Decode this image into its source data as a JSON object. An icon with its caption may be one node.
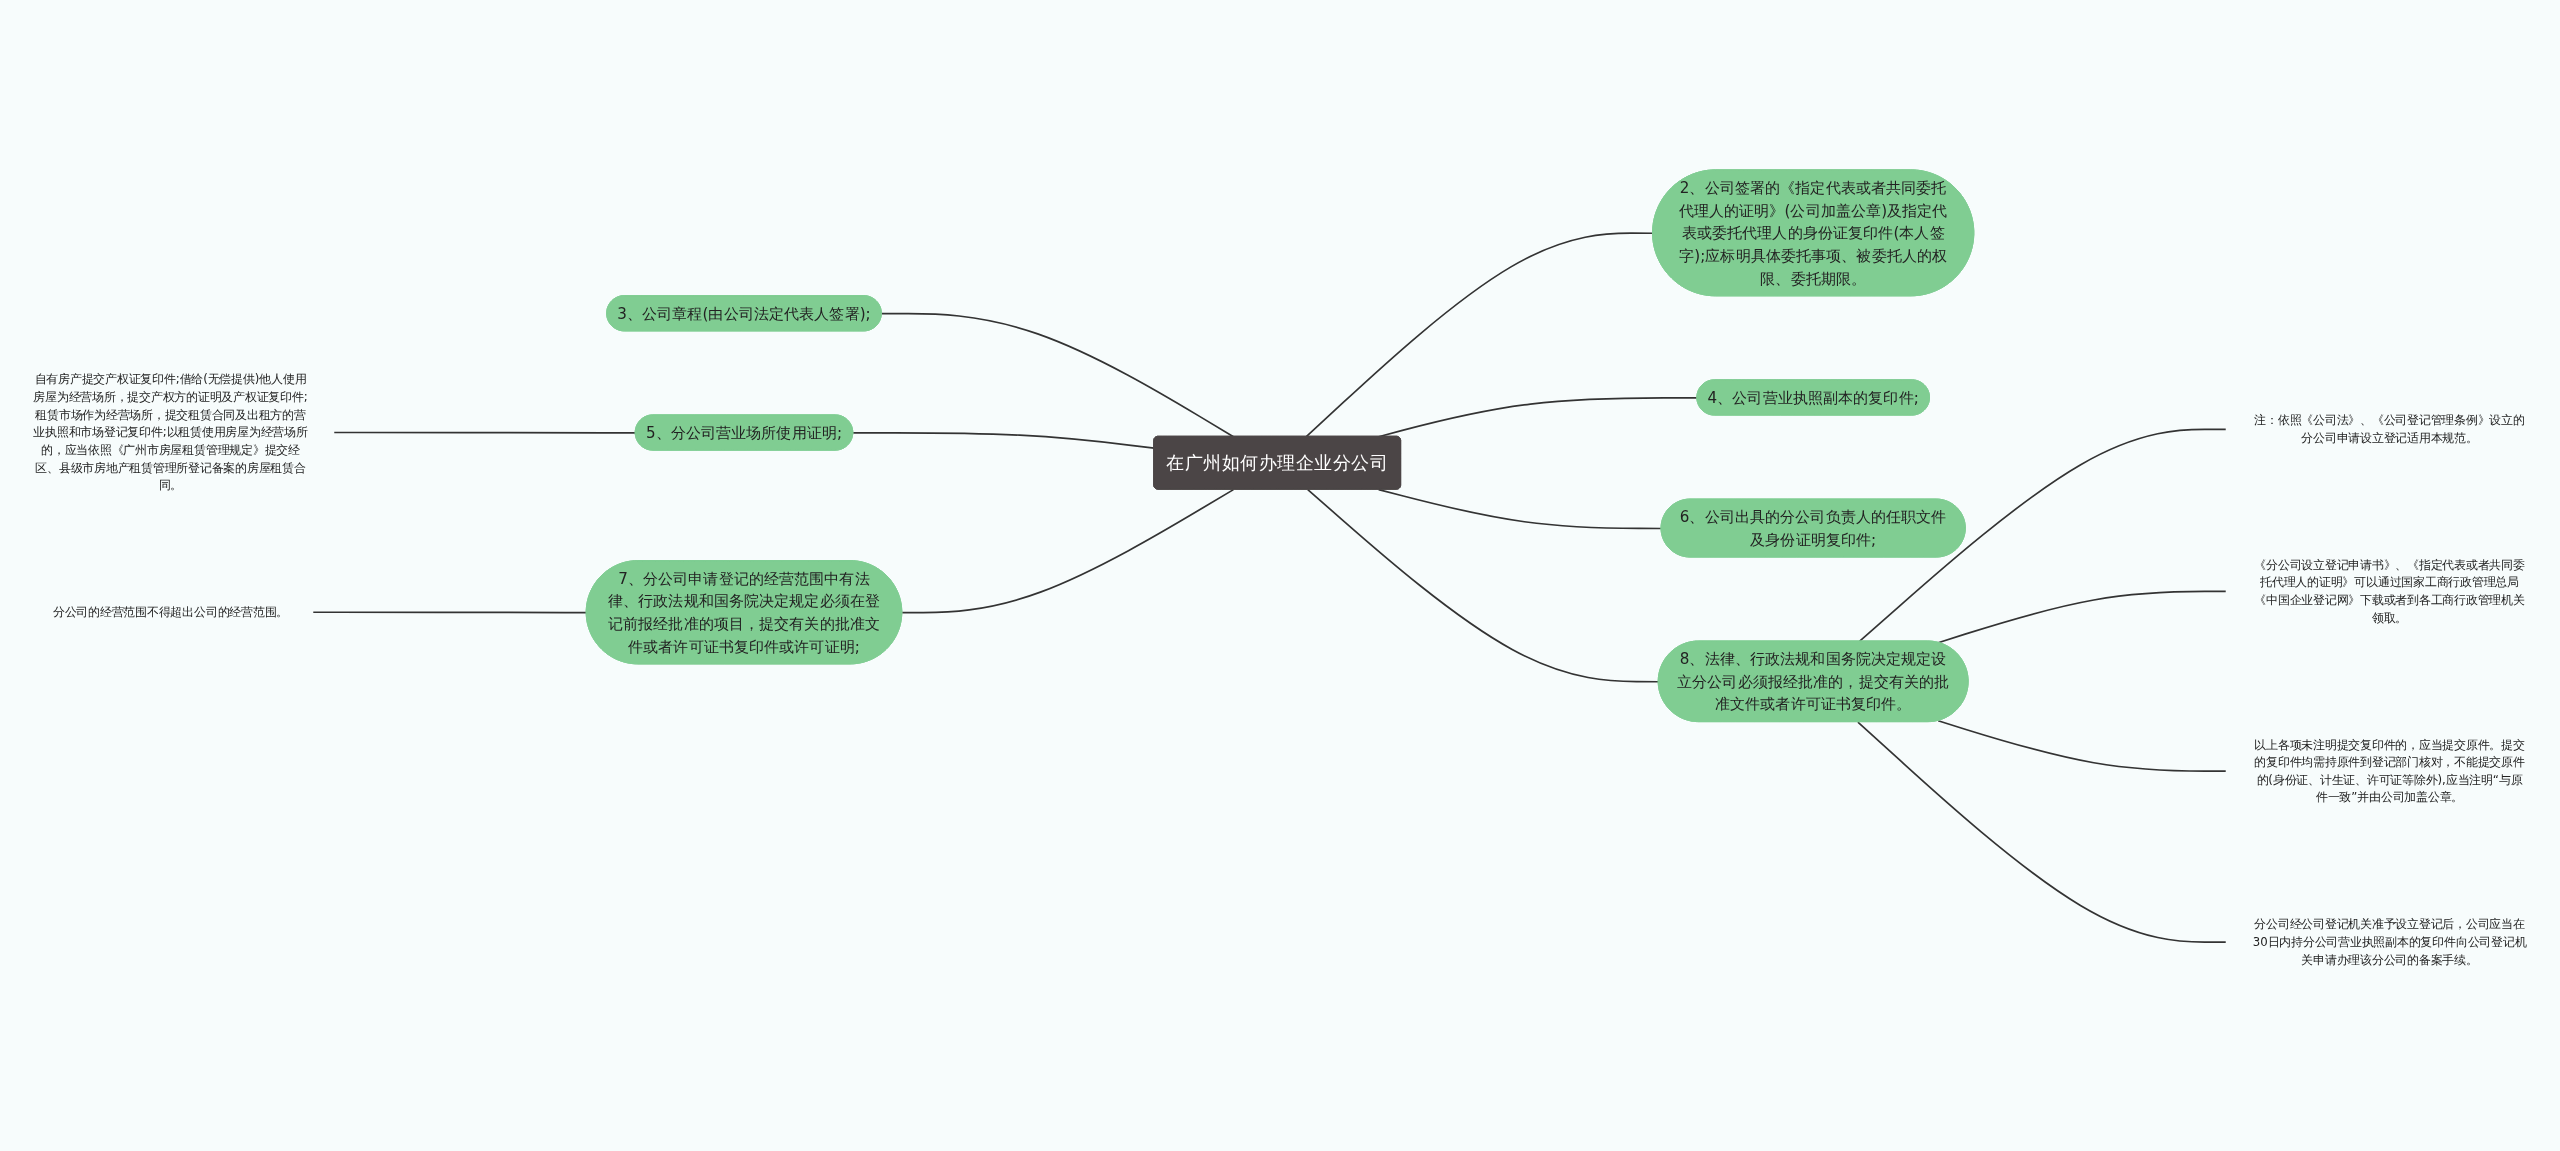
{
  "diagram": {
    "nodes": [
      {
        "text": [
          "在广州如何办理企业分公司"
        ]
      },
      {
        "text": [
          "2、公司签署的《指定代表或者共同委托代理人的证明》(公司加盖公章)及指定代表或委托代理人的身份证复印件(本人签字);应标明具体委托事项、被委托人的权限、委托期限。"
        ]
      },
      {
        "text": [
          "3、公司章程(由公司法定代表人签署);"
        ]
      },
      {
        "text": [
          "4、公司营业执照副本的复印件;"
        ]
      },
      {
        "text": [
          "5、分公司营业场所使用证明;"
        ]
      },
      {
        "text": [
          "自有房产提交产权证复印件;借给(无偿提供)他人使用房屋为经营场所，提交产权方的证明及产权证复印件;租赁市场作为经营场所，提交租赁合同及出租方的营业执照和市场登记复印件;以租赁使用房屋为经营场所的，应当依照《广州市房屋租赁管理规定》提交经区、县级市房地产租赁管理所登记备案的房屋租赁合同。"
        ]
      },
      {
        "text": [
          "6、公司出具的分公司负责人的任职文件及身份证明复印件;"
        ]
      },
      {
        "text": [
          "7、分公司申请登记的经营范围中有法律、行政法规和国务院决定规定必须在登记前报经批准的项目，提交有关的批准文件或者许可证书复印件或许可证明;"
        ]
      },
      {
        "text": [
          "分公司的经营范围不得超出公司的经营范围。"
        ]
      },
      {
        "text": [
          "8、法律、行政法规和国务院决定规定设立分公司必须报经批准的，提交有关的批准文件或者许可证书复印件。"
        ]
      },
      {
        "text": [
          "注：依照《公司法》、《公司登记管理条例》设立的分公司申请设立登记适用本规范。"
        ]
      },
      {
        "text": [
          "《分公司设立登记申请书》、《指定代表或者共同委托代理人的证明》可以通过国家工商行政管理总局《中国企业登记网》下载或者到各工商行政管理机关领取。"
        ]
      },
      {
        "text": [
          "以上各项未注明提交复印件的，应当提交原件。提交的复印件均需持原件到登记部门核对，不能提交原件的(身份证、计生证、许可证等除外),应当注明“与原件一致”并由公司加盖公章。"
        ]
      },
      {
        "text": [
          "分公司经公司登记机关准予设立登记后，公司应当在30日内持分公司营业执照副本的复印件向公司登记机关申请办理该分公司的备案手续。"
        ]
      }
    ],
    "edges": [
      {
        "from": 0,
        "to": 1,
        "arrow": "none"
      },
      {
        "from": 2,
        "to": 0,
        "arrow": "none"
      },
      {
        "from": 0,
        "to": 3,
        "arrow": "none"
      },
      {
        "from": 4,
        "to": 0,
        "arrow": "none"
      },
      {
        "from": 5,
        "to": 4,
        "arrow": "none"
      },
      {
        "from": 0,
        "to": 6,
        "arrow": "none"
      },
      {
        "from": 7,
        "to": 0,
        "arrow": "none"
      },
      {
        "from": 8,
        "to": 7,
        "arrow": "none"
      },
      {
        "from": 0,
        "to": 9,
        "arrow": "none"
      },
      {
        "from": 9,
        "to": 10,
        "arrow": "none"
      },
      {
        "from": 9,
        "to": 11,
        "arrow": "none"
      },
      {
        "from": 9,
        "to": 12,
        "arrow": "none"
      },
      {
        "from": 9,
        "to": 13,
        "arrow": "none"
      }
    ]
  }
}
